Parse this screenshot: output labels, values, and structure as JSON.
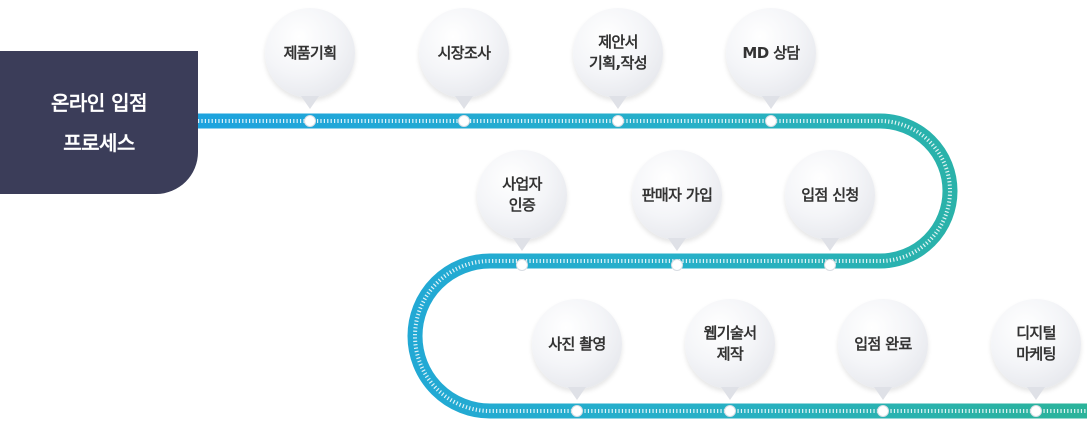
{
  "title": {
    "line1": "온라인 입점",
    "line2": "프로세스"
  },
  "steps": [
    {
      "lines": [
        "제품기획"
      ]
    },
    {
      "lines": [
        "시장조사"
      ]
    },
    {
      "lines": [
        "제안서",
        "기획,작성"
      ]
    },
    {
      "lines": [
        "MD 상담"
      ]
    },
    {
      "lines": [
        "사업자",
        "인증"
      ]
    },
    {
      "lines": [
        "판매자 가입"
      ]
    },
    {
      "lines": [
        "입점 신청"
      ]
    },
    {
      "lines": [
        "사진 촬영"
      ]
    },
    {
      "lines": [
        "웹기술서",
        "제작"
      ]
    },
    {
      "lines": [
        "입점 완료"
      ]
    },
    {
      "lines": [
        "디지털",
        "마케팅"
      ]
    }
  ],
  "colors": {
    "title_bg": "#3b3d59",
    "track_start": "#1ea3de",
    "track_end": "#2bb39a",
    "bubble": "#eef0f4"
  }
}
